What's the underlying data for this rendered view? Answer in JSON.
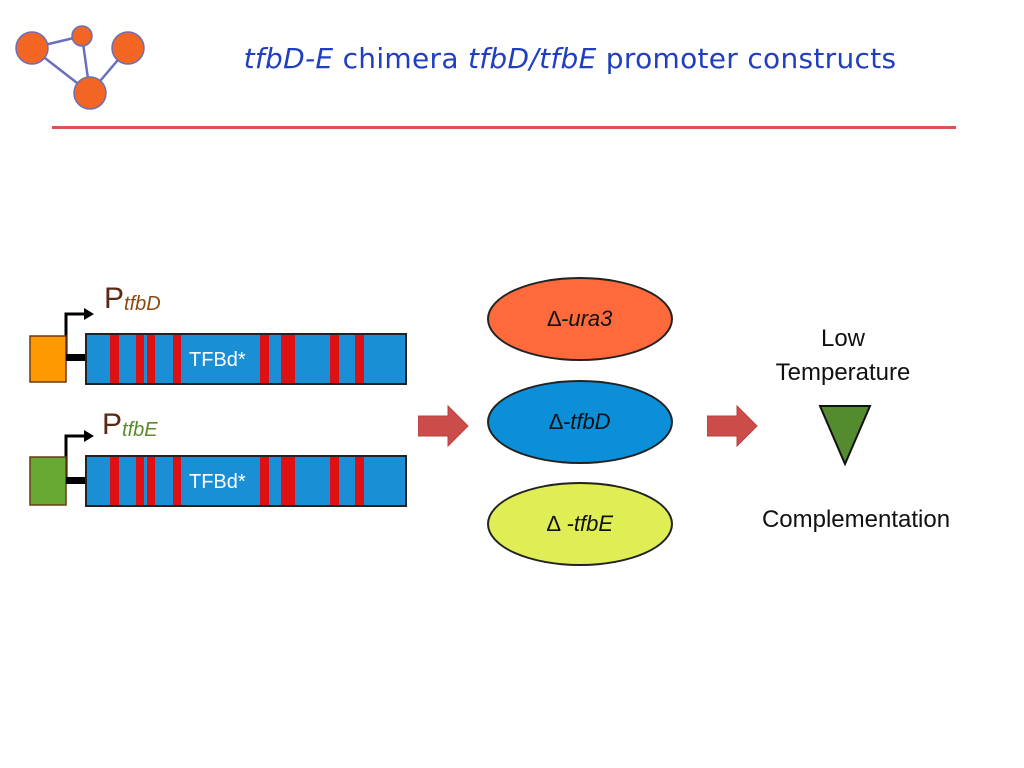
{
  "title": {
    "part1": "tfbD-E",
    "part2": " chimera ",
    "part3": "tfbD/tfbE",
    "part4": " promoter constructs"
  },
  "logo": {
    "icon": "network-nodes-logo",
    "node_color": "#f26522",
    "edge_color": "#6a6fb8"
  },
  "constructs": [
    {
      "promoter_main": "P",
      "promoter_sub": "tfbD",
      "promoter_color": "#ff9900",
      "sub_color": "#8a4b10",
      "gene_label": "TFBd*"
    },
    {
      "promoter_main": "P",
      "promoter_sub": "tfbE",
      "promoter_color": "#66aa33",
      "sub_color": "#5a8a2a",
      "gene_label": "TFBd*"
    }
  ],
  "strains": [
    {
      "delta": "∆",
      "name": "-ura3",
      "color": "#ff6a3d"
    },
    {
      "delta": "∆",
      "name": "-tfbD",
      "color": "#0a8fd8"
    },
    {
      "delta": "∆",
      "name": " -tfbE",
      "color": "#e0ee55"
    }
  ],
  "condition": {
    "line1": "Low",
    "line2": "Temperature"
  },
  "result": "Complementation",
  "colors": {
    "gene_fill": "#1a8fd6",
    "stripe": "#dd1111",
    "arrow": "#cc4c4a",
    "triangle": "#558b2f"
  }
}
